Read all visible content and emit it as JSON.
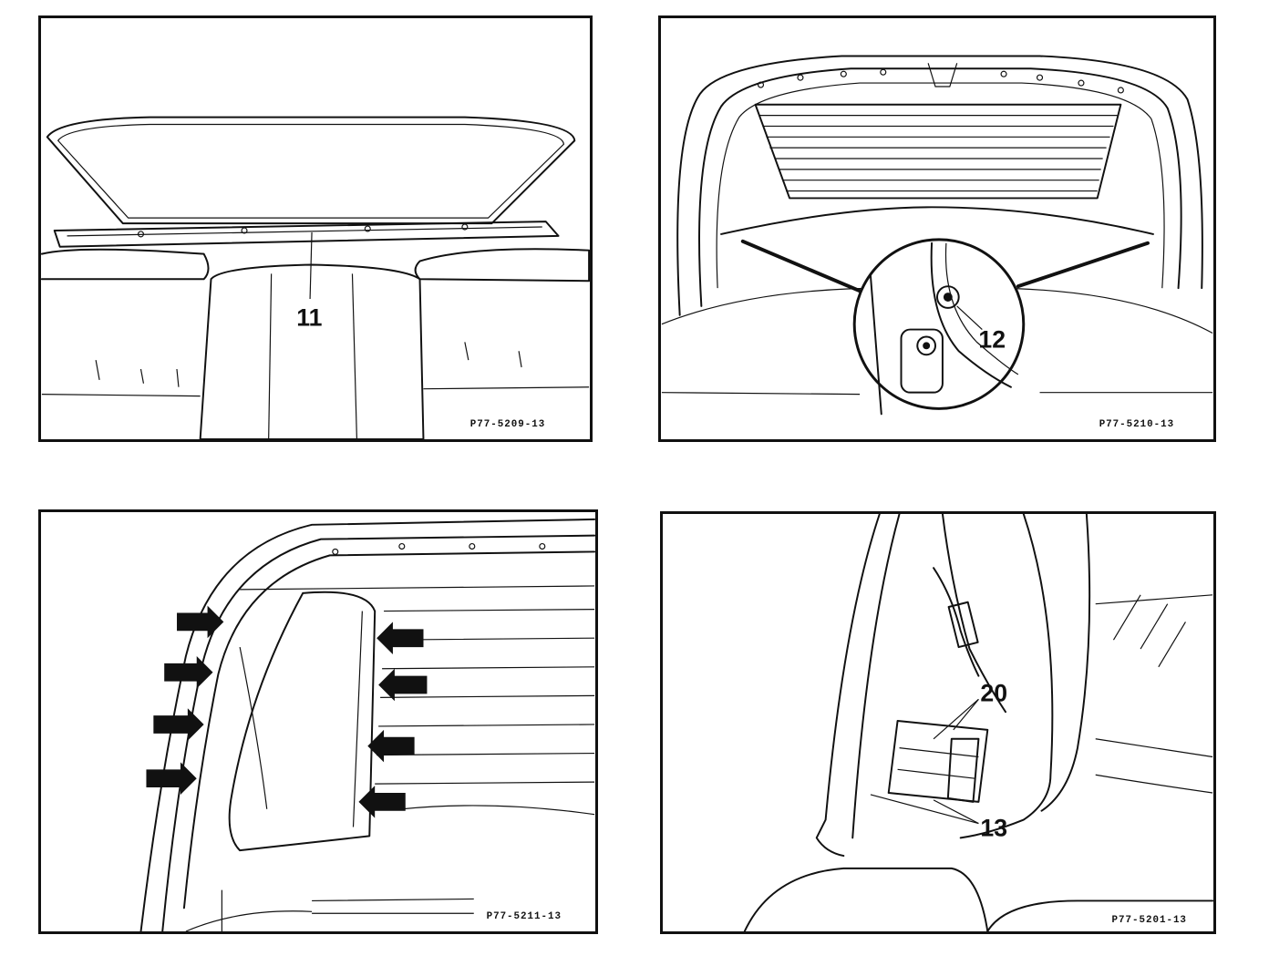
{
  "figures": [
    {
      "callouts": [
        "11"
      ],
      "reference": "P77-5209-13"
    },
    {
      "callouts": [
        "12"
      ],
      "reference": "P77-5210-13"
    },
    {
      "callouts": [],
      "reference": "P77-5211-13"
    },
    {
      "callouts": [
        "20",
        "13"
      ],
      "reference": "P77-5201-13"
    }
  ]
}
